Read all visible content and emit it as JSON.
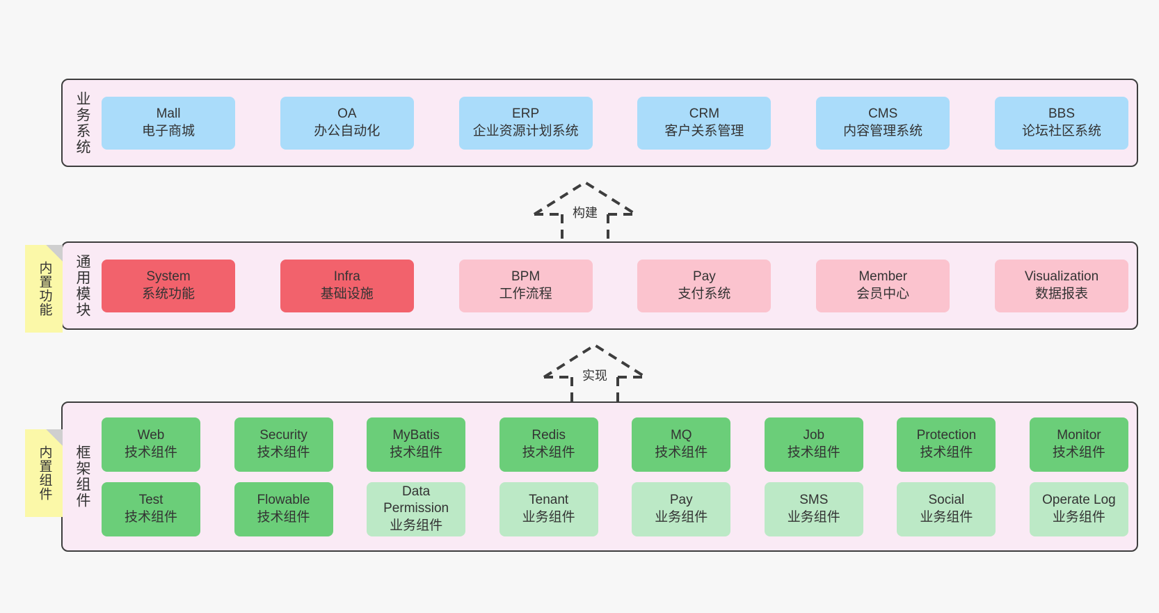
{
  "diagram": {
    "background_color": "#f7f7f7",
    "panel_color": "#faeaf5",
    "panel_border_color": "#3d3d3d"
  },
  "colors": {
    "blue": "#aadcfa",
    "red": "#f2626c",
    "pink": "#fbc3ce",
    "green": "#6bce79",
    "light_green": "#bce9c6",
    "sticky_yellow": "#fbf8a8",
    "sticky_fold": "#cfcfcf"
  },
  "sticky_notes": [
    {
      "name": "builtin-features",
      "text": "内置功能"
    },
    {
      "name": "builtin-components",
      "text": "内置组件"
    }
  ],
  "connectors": [
    {
      "name": "build",
      "label": "构建",
      "style": "dashed-hollow-arrow-up"
    },
    {
      "name": "implement",
      "label": "实现",
      "style": "dashed-hollow-arrow-up"
    }
  ],
  "layers": [
    {
      "id": "business",
      "title": "业务系统",
      "rows": [
        [
          {
            "l1": "Mall",
            "l2": "电子商城",
            "color": "blue"
          },
          {
            "l1": "OA",
            "l2": "办公自动化",
            "color": "blue"
          },
          {
            "l1": "ERP",
            "l2": "企业资源计划系统",
            "color": "blue"
          },
          {
            "l1": "CRM",
            "l2": "客户关系管理",
            "color": "blue"
          },
          {
            "l1": "CMS",
            "l2": "内容管理系统",
            "color": "blue"
          },
          {
            "l1": "BBS",
            "l2": "论坛社区系统",
            "color": "blue"
          }
        ]
      ]
    },
    {
      "id": "modules",
      "title": "通用模块",
      "rows": [
        [
          {
            "l1": "System",
            "l2": "系统功能",
            "color": "red"
          },
          {
            "l1": "Infra",
            "l2": "基础设施",
            "color": "red"
          },
          {
            "l1": "BPM",
            "l2": "工作流程",
            "color": "pink"
          },
          {
            "l1": "Pay",
            "l2": "支付系统",
            "color": "pink"
          },
          {
            "l1": "Member",
            "l2": "会员中心",
            "color": "pink"
          },
          {
            "l1": "Visualization",
            "l2": "数据报表",
            "color": "pink"
          }
        ]
      ]
    },
    {
      "id": "framework",
      "title": "框架组件",
      "rows": [
        [
          {
            "l1": "Web",
            "l2": "技术组件",
            "color": "green"
          },
          {
            "l1": "Security",
            "l2": "技术组件",
            "color": "green"
          },
          {
            "l1": "MyBatis",
            "l2": "技术组件",
            "color": "green"
          },
          {
            "l1": "Redis",
            "l2": "技术组件",
            "color": "green"
          },
          {
            "l1": "MQ",
            "l2": "技术组件",
            "color": "green"
          },
          {
            "l1": "Job",
            "l2": "技术组件",
            "color": "green"
          },
          {
            "l1": "Protection",
            "l2": "技术组件",
            "color": "green"
          },
          {
            "l1": "Monitor",
            "l2": "技术组件",
            "color": "green"
          }
        ],
        [
          {
            "l1": "Test",
            "l2": "技术组件",
            "color": "green"
          },
          {
            "l1": "Flowable",
            "l2": "技术组件",
            "color": "green"
          },
          {
            "l1": "Data Permission",
            "l2": "业务组件",
            "color": "light_green",
            "wrap": true
          },
          {
            "l1": "Tenant",
            "l2": "业务组件",
            "color": "light_green"
          },
          {
            "l1": "Pay",
            "l2": "业务组件",
            "color": "light_green"
          },
          {
            "l1": "SMS",
            "l2": "业务组件",
            "color": "light_green"
          },
          {
            "l1": "Social",
            "l2": "业务组件",
            "color": "light_green"
          },
          {
            "l1": "Operate Log",
            "l2": "业务组件",
            "color": "light_green"
          }
        ]
      ]
    }
  ]
}
